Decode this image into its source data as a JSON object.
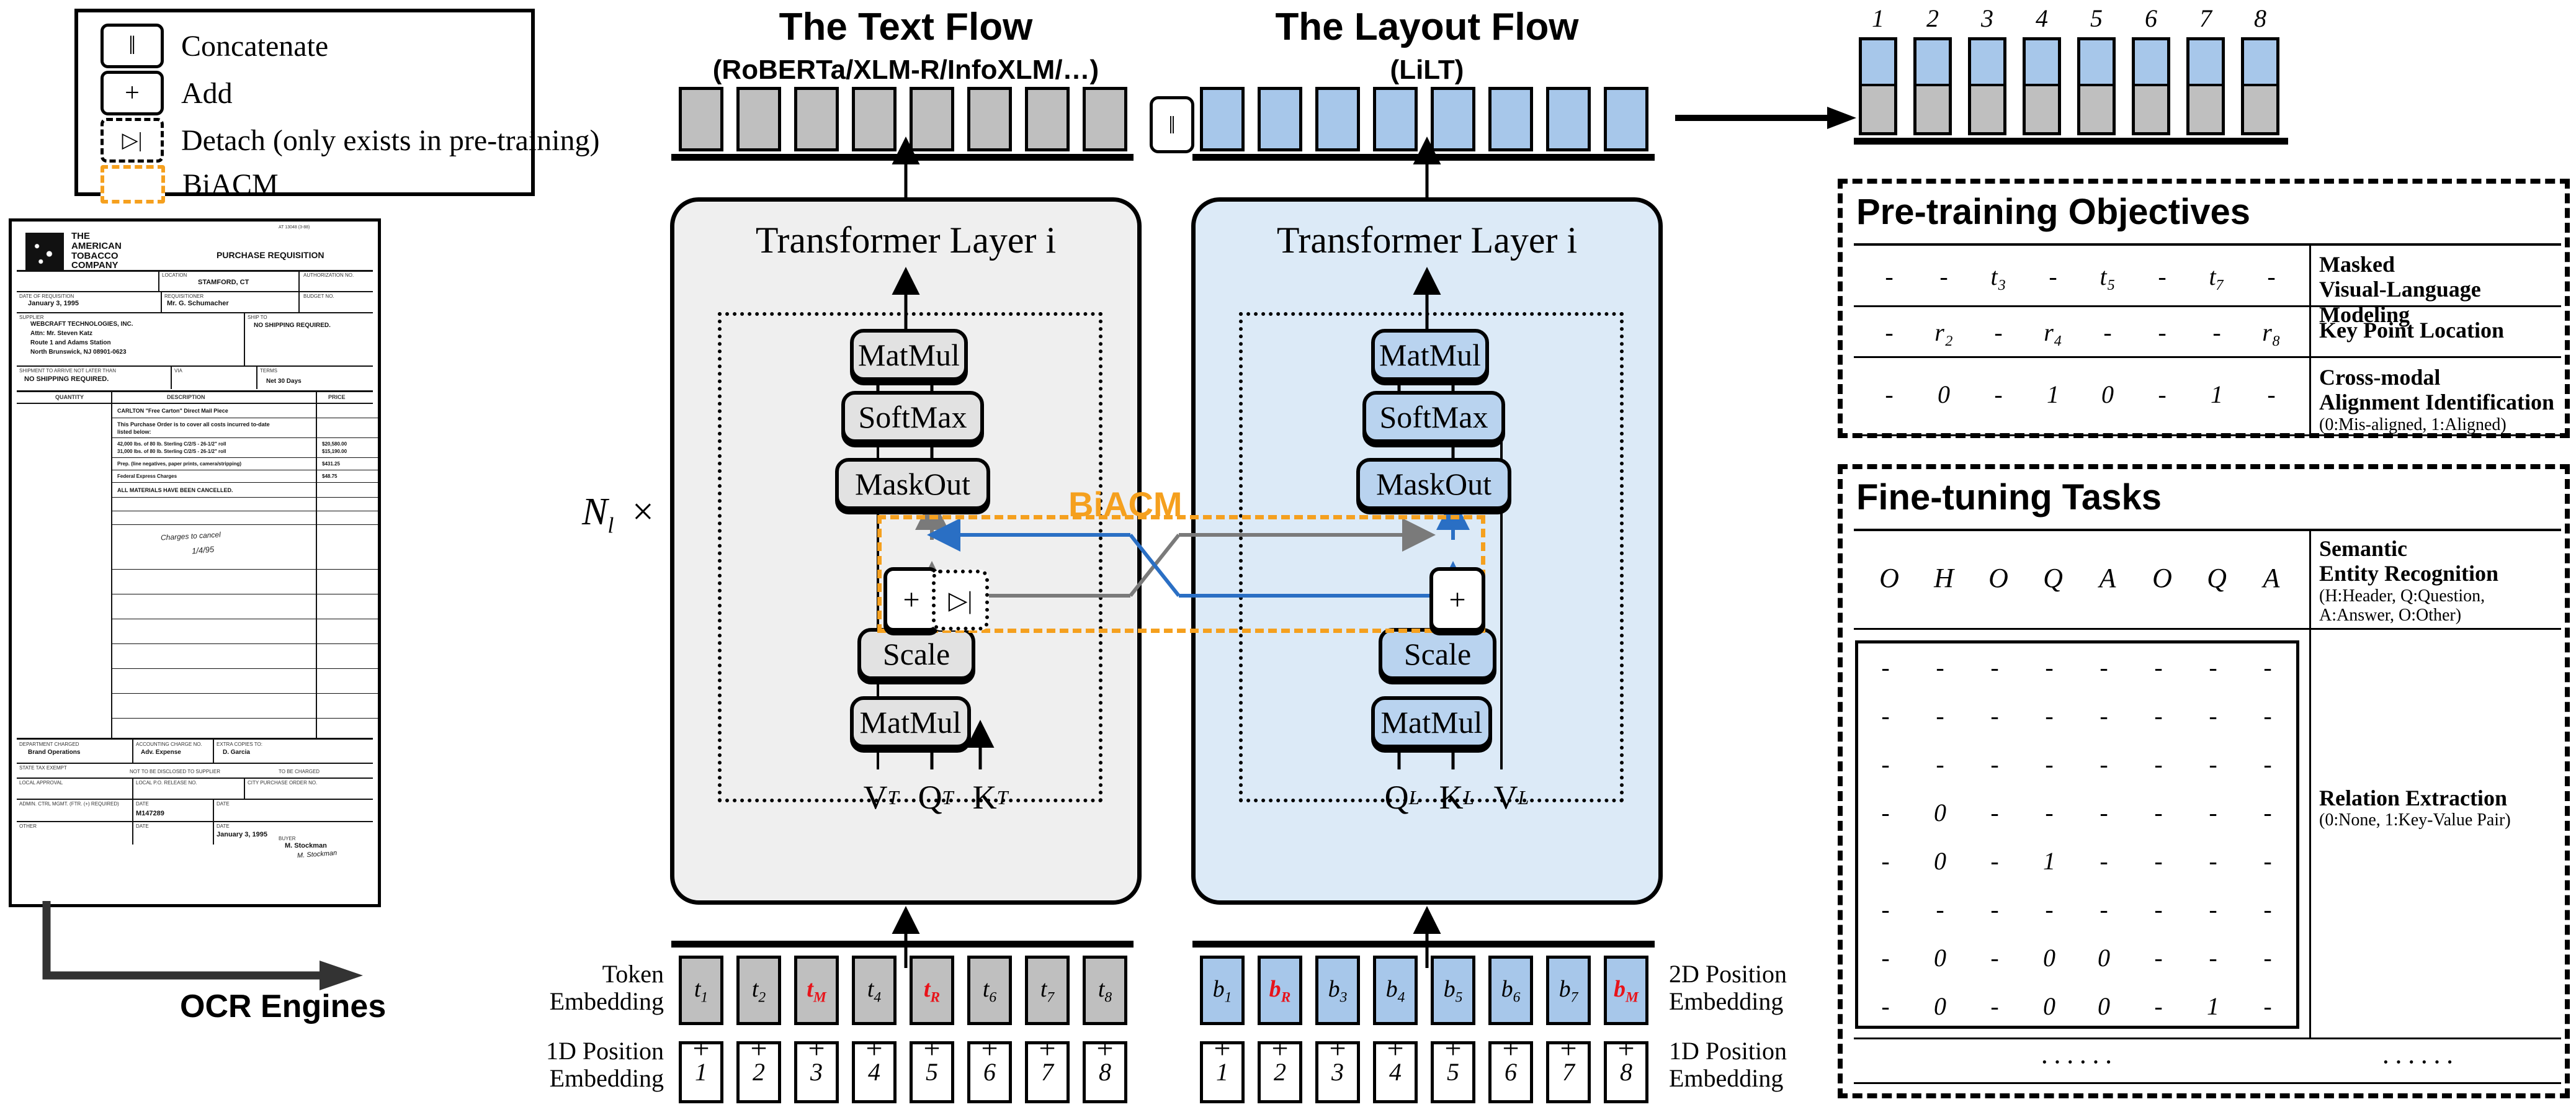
{
  "legend": {
    "items": [
      {
        "icon": "concat-icon",
        "glyph": "‖",
        "label": "Concatenate",
        "style": "solid"
      },
      {
        "icon": "add-icon",
        "glyph": "+",
        "label": "Add",
        "style": "solid"
      },
      {
        "icon": "detach-icon",
        "glyph": "▷|",
        "label": "Detach (only exists in pre-training)",
        "style": "dashed"
      },
      {
        "icon": "biacm-icon",
        "glyph": "",
        "label": "BiACM",
        "style": "orange-dashed"
      }
    ]
  },
  "document": {
    "company": "THE AMERICAN TOBACCO COMPANY",
    "doc_title": "PURCHASE REQUISITION",
    "header_code": "AT 13048 (3-88)",
    "fields": [
      {
        "label": "LOCATION",
        "value": "STAMFORD, CT"
      },
      {
        "label": "AUTHORIZATION NO.",
        "value": ""
      },
      {
        "label": "DATE OF REQUISITION",
        "value": "January 3, 1995"
      },
      {
        "label": "REQUISITIONER",
        "value": "Mr. G. Schumacher"
      },
      {
        "label": "BUDGET NO.",
        "value": ""
      },
      {
        "label": "SUPPLIER",
        "value": "WEBCRAFT TECHNOLOGIES, INC."
      },
      {
        "label": "",
        "value": "Attn: Mr. Steven Katz"
      },
      {
        "label": "",
        "value": "Route 1 and Adams Station"
      },
      {
        "label": "",
        "value": "North Brunswick, NJ 08901-0623"
      },
      {
        "label": "SHIP TO",
        "value": "NO SHIPPING REQUIRED."
      },
      {
        "label": "SHIPMENT TO ARRIVE NOT LATER THAN",
        "value": "NO SHIPPING REQUIRED."
      },
      {
        "label": "VIA",
        "value": ""
      },
      {
        "label": "TERMS",
        "value": "Net 30 Days"
      }
    ],
    "table_headers": [
      "QUANTITY",
      "DESCRIPTION",
      "PRICE"
    ],
    "table_rows": [
      {
        "qty": "",
        "desc": "CARLTON \"Free Carton\" Direct Mail Piece",
        "price": ""
      },
      {
        "qty": "",
        "desc": "This Purchase Order is to cover all costs incurred to-date listed below:",
        "price": ""
      },
      {
        "qty": "",
        "desc": "42,000 lbs. of 80 lb. Sterling C/2/S - 26-1/2\" roll",
        "price": "$20,580.00"
      },
      {
        "qty": "",
        "desc": "31,000 lbs. of 80 lb. Sterling C/2/S - 26-1/2\" roll",
        "price": "$15,190.00"
      },
      {
        "qty": "",
        "desc": "Prep. (line negatives, paper prints, camera/stripping)",
        "price": "$431.25"
      },
      {
        "qty": "",
        "desc": "Federal Express Charges",
        "price": "$48.75"
      },
      {
        "qty": "",
        "desc": "ALL MATERIALS HAVE BEEN CANCELLED.",
        "price": ""
      }
    ],
    "handwriting": [
      "Charges to cancel",
      "1/4/95"
    ],
    "footer": [
      {
        "label": "DEPARTMENT CHARGED",
        "value": "Brand Operations"
      },
      {
        "label": "ACCOUNTING CHARGE NO.",
        "value": "Adv. Expense"
      },
      {
        "label": "EXTRA COPIES TO:",
        "value": "D. Garcia"
      },
      {
        "label": "STATE TAX EXEMPT",
        "value": ""
      },
      {
        "label": "LOCAL APPROVAL",
        "value": ""
      },
      {
        "label": "NOT TO BE DISCLOSED",
        "value": ""
      },
      {
        "label": "TO BE CHARGED",
        "value": ""
      },
      {
        "label": "ADMIN. CTRL MGMT. (FTR. (+) REQUIRED)",
        "value": "M147289"
      },
      {
        "label": "LOCAL P.O. RELEASE NO.",
        "value": "January 3, 1995"
      },
      {
        "label": "DATE",
        "value": ""
      },
      {
        "label": "OTHER",
        "value": "M. Stockman"
      }
    ],
    "ocr_label": "OCR Engines"
  },
  "text_flow": {
    "title": "The Text Flow",
    "subtitle": "(RoBERTa/XLM-R/InfoXLM/…)",
    "panel_title": "Transformer Layer i",
    "ops": [
      "MatMul",
      "SoftMax",
      "MaskOut",
      "Scale",
      "MatMul"
    ],
    "inputs": [
      "V",
      "Q",
      "K"
    ],
    "input_sub": "T",
    "tokens": [
      {
        "label": "t",
        "sub": "1",
        "red": false
      },
      {
        "label": "t",
        "sub": "2",
        "red": false
      },
      {
        "label": "t",
        "sub": "M",
        "red": true
      },
      {
        "label": "t",
        "sub": "4",
        "red": false
      },
      {
        "label": "t",
        "sub": "R",
        "red": true
      },
      {
        "label": "t",
        "sub": "6",
        "red": false
      },
      {
        "label": "t",
        "sub": "7",
        "red": false
      },
      {
        "label": "t",
        "sub": "8",
        "red": false
      }
    ],
    "positions": [
      "1",
      "2",
      "3",
      "4",
      "5",
      "6",
      "7",
      "8"
    ],
    "embed_label_top": "Token\nEmbedding",
    "embed_label_bottom": "1D Position\nEmbedding",
    "plus": "+"
  },
  "layout_flow": {
    "title": "The Layout Flow",
    "subtitle": "(LiLT)",
    "panel_title": "Transformer Layer i",
    "ops": [
      "MatMul",
      "SoftMax",
      "MaskOut",
      "Scale",
      "MatMul"
    ],
    "inputs": [
      "Q",
      "K",
      "V"
    ],
    "input_sub": "L",
    "tokens": [
      {
        "label": "b",
        "sub": "1",
        "red": false
      },
      {
        "label": "b",
        "sub": "R",
        "red": true
      },
      {
        "label": "b",
        "sub": "3",
        "red": false
      },
      {
        "label": "b",
        "sub": "4",
        "red": false
      },
      {
        "label": "b",
        "sub": "5",
        "red": false
      },
      {
        "label": "b",
        "sub": "6",
        "red": false
      },
      {
        "label": "b",
        "sub": "7",
        "red": false
      },
      {
        "label": "b",
        "sub": "M",
        "red": true
      }
    ],
    "positions": [
      "1",
      "2",
      "3",
      "4",
      "5",
      "6",
      "7",
      "8"
    ],
    "embed_label_top": "2D Position\nEmbedding",
    "embed_label_bottom": "1D Position\nEmbedding",
    "plus": "+"
  },
  "shared": {
    "repeat_label": "N",
    "repeat_sub": "l",
    "repeat_times": "×",
    "concat_glyph": "‖",
    "biacm_label": "BiACM",
    "detach_glyph": "▷|"
  },
  "output_tokens": {
    "indices": [
      "1",
      "2",
      "3",
      "4",
      "5",
      "6",
      "7",
      "8"
    ],
    "top_color": "#a7c7ea",
    "bottom_color": "#bfbfbf"
  },
  "pretraining": {
    "title": "Pre-training Objectives",
    "rows": [
      {
        "values": [
          "-",
          "-",
          "t₃",
          "-",
          "t₅",
          "-",
          "t₇",
          "-"
        ],
        "name": "Masked\nVisual-Language Modeling",
        "note": ""
      },
      {
        "values": [
          "-",
          "r₂",
          "-",
          "r₄",
          "-",
          "-",
          "-",
          "r₈"
        ],
        "name": "Key Point Location",
        "note": ""
      },
      {
        "values": [
          "-",
          "0",
          "-",
          "1",
          "0",
          "-",
          "1",
          "-"
        ],
        "name": "Cross-modal\nAlignment Identification",
        "note": "(0:Mis-aligned, 1:Aligned)"
      }
    ]
  },
  "finetuning": {
    "title": "Fine-tuning Tasks",
    "ser": {
      "values": [
        "O",
        "H",
        "O",
        "Q",
        "A",
        "O",
        "Q",
        "A"
      ],
      "name": "Semantic\nEntity Recognition",
      "note": "(H:Header, Q:Question,\n A:Answer, O:Other)"
    },
    "re": {
      "matrix": [
        [
          "-",
          "-",
          "-",
          "-",
          "-",
          "-",
          "-",
          "-"
        ],
        [
          "-",
          "-",
          "-",
          "-",
          "-",
          "-",
          "-",
          "-"
        ],
        [
          "-",
          "-",
          "-",
          "-",
          "-",
          "-",
          "-",
          "-"
        ],
        [
          "-",
          "0",
          "-",
          "-",
          "-",
          "-",
          "-",
          "-"
        ],
        [
          "-",
          "0",
          "-",
          "1",
          "-",
          "-",
          "-",
          "-"
        ],
        [
          "-",
          "-",
          "-",
          "-",
          "-",
          "-",
          "-",
          "-"
        ],
        [
          "-",
          "0",
          "-",
          "0",
          "0",
          "-",
          "-",
          "-"
        ],
        [
          "-",
          "0",
          "-",
          "0",
          "0",
          "-",
          "1",
          "-"
        ]
      ],
      "name": "Relation Extraction",
      "note": "(0:None, 1:Key-Value Pair)"
    },
    "ellipsis": "······"
  },
  "colors": {
    "text_fill": "#bfbfbf",
    "layout_fill": "#a7c7ea",
    "panel_text_bg": "#efefef",
    "panel_layout_bg": "#dceaf7",
    "biacm_orange": "#F5A01E",
    "red_token": "#e8131a",
    "blue_line": "#2a6fc4",
    "gray_line": "#7a7a7a"
  }
}
